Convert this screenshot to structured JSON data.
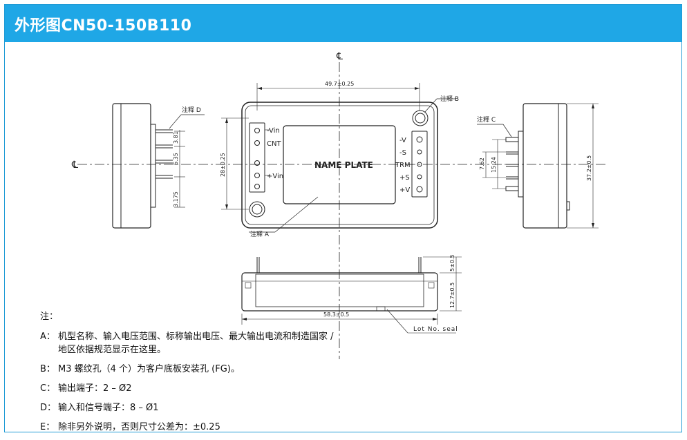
{
  "title": "外形图CN50-150B110",
  "labels": {
    "centerline": "℄",
    "name_plate": "NAME PLATE",
    "lot_seal": "Lot No. seal",
    "note_a": "注释 A",
    "note_b": "注释 B",
    "note_c": "注释 C",
    "note_d": "注释 D"
  },
  "pins_left": [
    "-Vin",
    "CNT",
    "+Vin"
  ],
  "pins_right": [
    "-V",
    "-S",
    "TRM",
    "+S",
    "+V"
  ],
  "dimensions": {
    "width_top": "49.7±0.25",
    "height_left": "28±0.25",
    "height_right": "37.2±0.5",
    "pitch_c1": "15.24",
    "pitch_c2": "7.62",
    "pitch_d1": "3.81",
    "pitch_d2": "6.35",
    "pitch_d3": "3.175",
    "base_width": "58.3±0.5",
    "pin_len": "5±0.5",
    "base_height": "12.7±0.5"
  },
  "notes": {
    "heading": "注：",
    "items": [
      {
        "key": "A：",
        "text": "机型名称、输入电压范围、标称输出电压、最大输出电流和制造国家 / 地区依据规范显示在这里。"
      },
      {
        "key": "B：",
        "text": "M3 螺纹孔（4 个）为客户底板安装孔 (FG)。"
      },
      {
        "key": "C：",
        "text": "输出端子：2 – Ø2"
      },
      {
        "key": "D：",
        "text": "输入和信号端子：8 – Ø1"
      },
      {
        "key": "E：",
        "text": "除非另外说明，否则尺寸公差为：±0.25"
      }
    ]
  },
  "colors": {
    "header": "#1fa7e6",
    "frame": "#1f9bd6"
  }
}
